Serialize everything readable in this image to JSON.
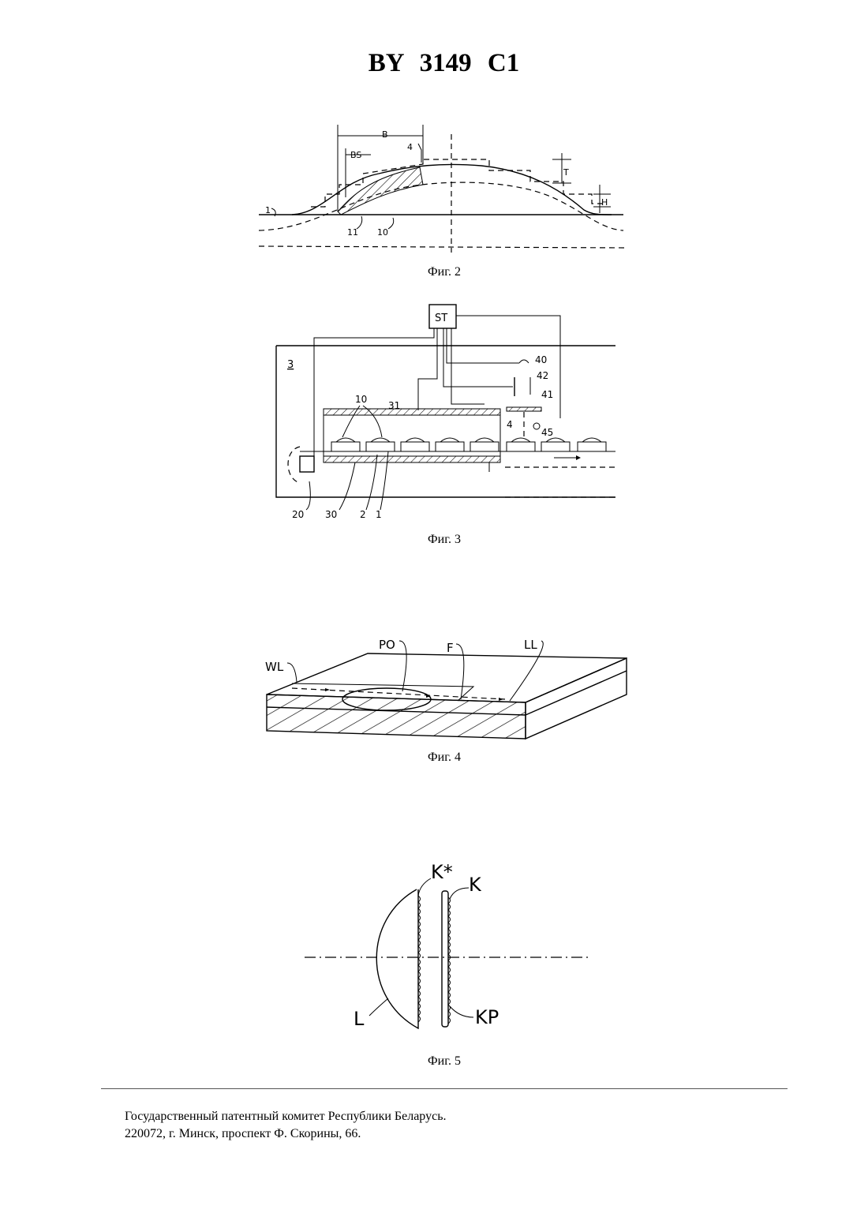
{
  "header": {
    "title": "BY 3149 C1"
  },
  "figures": [
    {
      "id": "fig2",
      "caption": "Фиг. 2",
      "labels": {
        "b": "B",
        "bs": "BS",
        "l4": "4",
        "t": "T",
        "h": "H",
        "l1": "1",
        "l11": "11",
        "l10": "10"
      }
    },
    {
      "id": "fig3",
      "caption": "Фиг. 3",
      "labels": {
        "st": "ST",
        "l3": "3",
        "l40": "40",
        "l42": "42",
        "l41": "41",
        "l10": "10",
        "l31": "31",
        "l4": "4",
        "l45": "45",
        "l20": "20",
        "l30": "30",
        "l2": "2",
        "l1": "1"
      }
    },
    {
      "id": "fig4",
      "caption": "Фиг. 4",
      "labels": {
        "wl": "WL",
        "po": "PO",
        "f": "F",
        "ll": "LL"
      }
    },
    {
      "id": "fig5",
      "caption": "Фиг. 5",
      "labels": {
        "kstar": "K*",
        "k": "K",
        "l": "L",
        "kp": "KP"
      }
    }
  ],
  "footer": {
    "line1": "Государственный патентный комитет Республики Беларусь.",
    "line2": "220072, г. Минск, проспект Ф. Скорины, 66."
  }
}
